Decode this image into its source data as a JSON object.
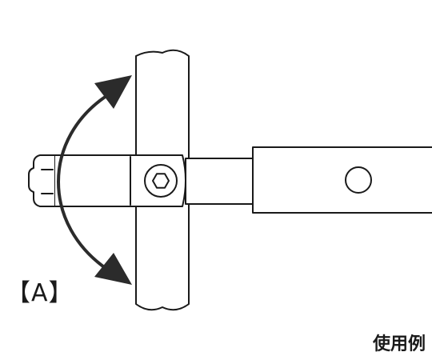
{
  "labels": {
    "view_marker": "【A】",
    "caption": "使用例"
  },
  "colors": {
    "line": "#1a1a1a",
    "arrow": "#2b2b2b",
    "background": "#ffffff"
  },
  "icons": {
    "rotation_arrow": "double-headed-curved-arrow",
    "socket_bolt": "hex-socket-icon"
  }
}
